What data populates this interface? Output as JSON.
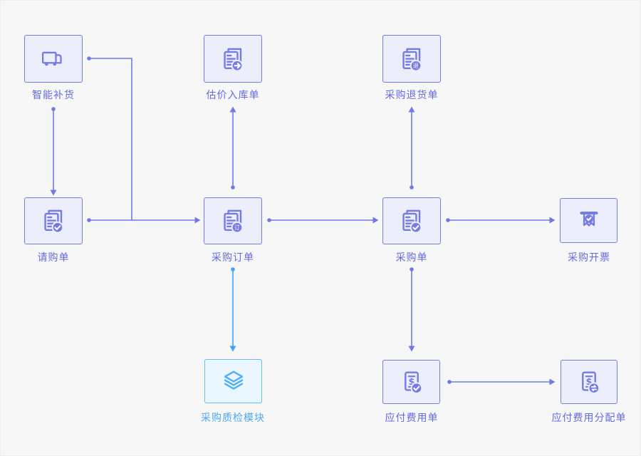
{
  "diagram": {
    "title": "procurement-flow",
    "colors": {
      "canvas_bg": "#F7F7F8",
      "box_bg": "#ECEEFB",
      "box_border": "#767CE6",
      "label_indigo": "#6569E2",
      "line_indigo": "#7279E5",
      "qc_box_bg": "#EBF7FE",
      "qc_box_border": "#69BCF2",
      "qc_label": "#4FA9EF",
      "qc_line_blue": "#45A1F5"
    },
    "nodes": [
      {
        "id": "smart-replenishment",
        "label": "智能补货",
        "icon": "truck-icon",
        "badge": "none"
      },
      {
        "id": "estimated-inbound-receipt",
        "label": "估价入库单",
        "icon": "doc-arrow-icon",
        "badge": "arrow-right"
      },
      {
        "id": "purchase-return-order",
        "label": "采购退货单",
        "icon": "doc-return-icon",
        "badge": "return",
        "badge_glyph": "退"
      },
      {
        "id": "purchase-requisition",
        "label": "请购单",
        "icon": "doc-check-icon",
        "badge": "check"
      },
      {
        "id": "purchase-order",
        "label": "采购订单",
        "icon": "doc-order-icon",
        "badge": "order",
        "badge_glyph": "订"
      },
      {
        "id": "purchase-receipt",
        "label": "采购单",
        "icon": "doc-check-icon",
        "badge": "check"
      },
      {
        "id": "purchase-invoicing",
        "label": "采购开票",
        "icon": "invoice-ribbon-icon",
        "badge": "check"
      },
      {
        "id": "purchase-qc-module",
        "label": "采购质检模块",
        "icon": "layers-icon",
        "badge": "none"
      },
      {
        "id": "payable-expense-bill",
        "label": "应付费用单",
        "icon": "bill-dollar-check-icon",
        "badge": "check"
      },
      {
        "id": "payable-expense-allocation",
        "label": "应付费用分配单",
        "icon": "bill-dollar-sync-icon",
        "badge": "sync"
      }
    ],
    "edges": [
      {
        "from": "智能补货",
        "to": "请购单",
        "color": "indigo"
      },
      {
        "from": "智能补货",
        "to": "采购订单",
        "color": "indigo"
      },
      {
        "from": "请购单",
        "to": "采购订单",
        "color": "indigo"
      },
      {
        "from": "采购订单",
        "to": "估价入库单",
        "color": "indigo"
      },
      {
        "from": "采购订单",
        "to": "采购单",
        "color": "indigo"
      },
      {
        "from": "采购订单",
        "to": "采购质检模块",
        "color": "blue"
      },
      {
        "from": "采购单",
        "to": "采购退货单",
        "color": "indigo"
      },
      {
        "from": "采购单",
        "to": "采购开票",
        "color": "indigo"
      },
      {
        "from": "采购单",
        "to": "应付费用单",
        "color": "indigo"
      },
      {
        "from": "应付费用单",
        "to": "应付费用分配单",
        "color": "indigo"
      }
    ]
  }
}
